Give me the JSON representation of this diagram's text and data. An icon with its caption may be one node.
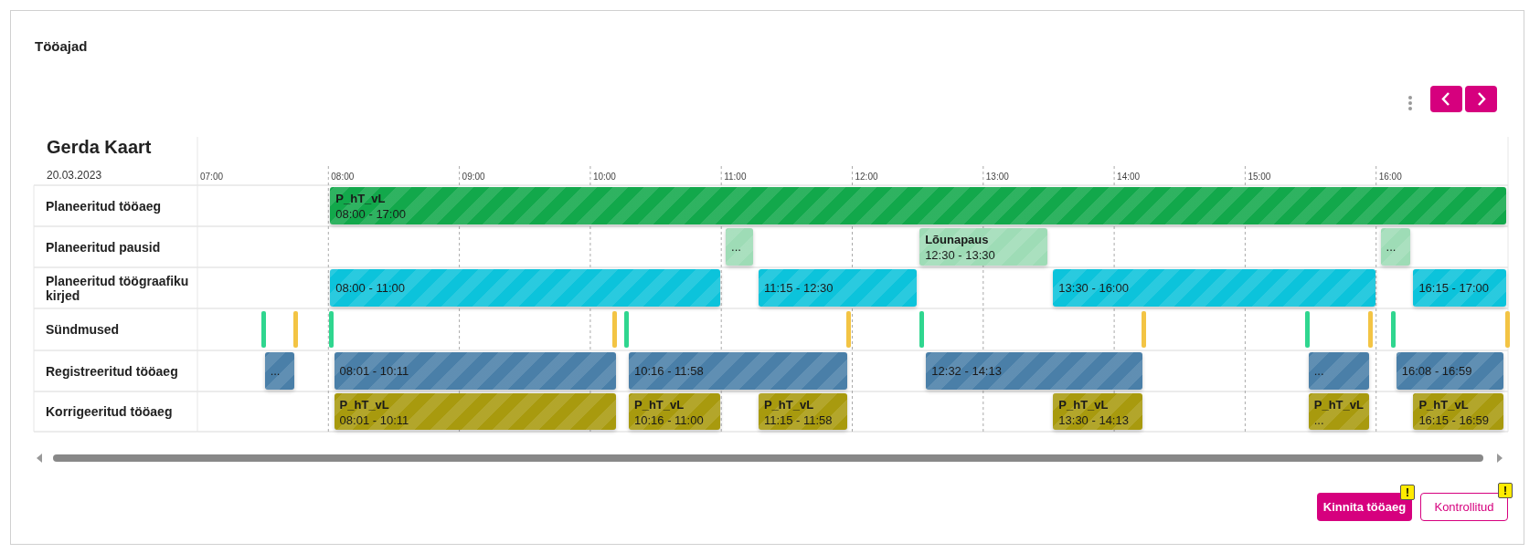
{
  "diagram": {
    "title": "Tööajad",
    "nodes": [
      {
        "text": [
          "P_hT_vL",
          "08:00 - 17:00"
        ]
      },
      {
        "text": [
          "..."
        ]
      },
      {
        "text": [
          "Lõunapaus",
          "12:30 - 13:30"
        ]
      },
      {
        "text": [
          "..."
        ]
      },
      {
        "text": [
          "08:00 - 11:00"
        ]
      },
      {
        "text": [
          "11:15 - 12:30"
        ]
      },
      {
        "text": [
          "13:30 - 16:00"
        ]
      },
      {
        "text": [
          "16:15 - 17:00"
        ]
      },
      {
        "text": [
          "..."
        ]
      },
      {
        "text": [
          "08:01 - 10:11"
        ]
      },
      {
        "text": [
          "10:16 - 11:58"
        ]
      },
      {
        "text": [
          "12:32 - 14:13"
        ]
      },
      {
        "text": [
          "..."
        ]
      },
      {
        "text": [
          "16:08 - 16:59"
        ]
      },
      {
        "text": [
          "P_hT_vL",
          "08:01 - 10:11"
        ]
      },
      {
        "text": [
          "P_hT_vL",
          "10:16 - 11:00"
        ]
      },
      {
        "text": [
          "P_hT_vL",
          "11:15 - 11:58"
        ]
      },
      {
        "text": [
          "P_hT_vL",
          "13:30 - 14:13"
        ]
      },
      {
        "text": [
          "P_hT_vL",
          "..."
        ]
      },
      {
        "text": [
          "P_hT_vL",
          "16:15 - 16:59"
        ]
      }
    ],
    "labels": [
      "Gerda Kaart",
      "20.03.2023",
      "07:00",
      "08:00",
      "09:00",
      "10:00",
      "11:00",
      "12:00",
      "13:00",
      "14:00",
      "15:00",
      "16:00",
      "Planeeritud tööaeg",
      "Planeeritud pausid",
      "Planeeritud töögraafiku kirjed",
      "Sündmused",
      "Registreeritud tööaeg",
      "Korrigeeritud tööaeg",
      "Kinnita tööaeg",
      "!",
      "Kontrollitud",
      "!"
    ]
  }
}
